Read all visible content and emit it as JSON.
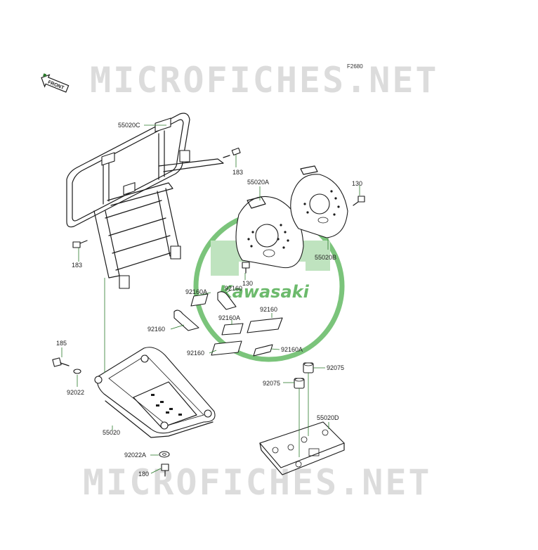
{
  "ref_code": "F2680",
  "front_badge": "FRONT",
  "watermark": {
    "site_text": "MICROFICHES.NET",
    "brand_text": "Kawasaki"
  },
  "labels": [
    {
      "id": "55020C",
      "text": "55020C"
    },
    {
      "id": "183a",
      "text": "183"
    },
    {
      "id": "183b",
      "text": "183"
    },
    {
      "id": "55020A",
      "text": "55020A"
    },
    {
      "id": "130a",
      "text": "130"
    },
    {
      "id": "130b",
      "text": "130"
    },
    {
      "id": "55020B",
      "text": "55020B"
    },
    {
      "id": "92160Aa",
      "text": "92160A"
    },
    {
      "id": "92160a",
      "text": "92160"
    },
    {
      "id": "92160b",
      "text": "92160"
    },
    {
      "id": "92160Ab",
      "text": "92160A"
    },
    {
      "id": "92160c",
      "text": "92160"
    },
    {
      "id": "92160d",
      "text": "92160"
    },
    {
      "id": "92160Ac",
      "text": "92160A"
    },
    {
      "id": "185",
      "text": "185"
    },
    {
      "id": "92022",
      "text": "92022"
    },
    {
      "id": "92075a",
      "text": "92075"
    },
    {
      "id": "92075b",
      "text": "92075"
    },
    {
      "id": "55020",
      "text": "55020"
    },
    {
      "id": "55020D",
      "text": "55020D"
    },
    {
      "id": "92022A",
      "text": "92022A"
    },
    {
      "id": "180",
      "text": "180"
    }
  ],
  "colors": {
    "lead_line": "#2a7a2a",
    "watermark_gray": "#dcdcdc",
    "logo_green": "#7bc47b"
  }
}
